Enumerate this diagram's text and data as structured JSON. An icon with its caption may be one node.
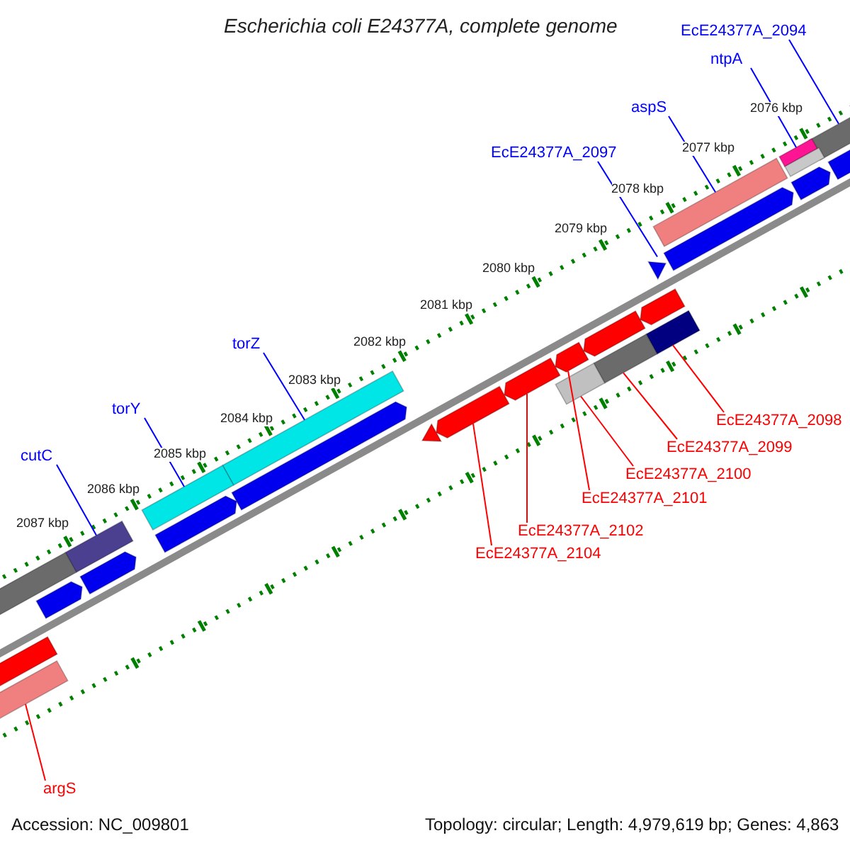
{
  "diagram": {
    "title": "Escherichia coli E24377A, complete genome",
    "nodes": [
      {
        "text": [
          "EcE24377A_2094"
        ]
      },
      {
        "text": [],
        "shape": "bar"
      },
      {
        "text": [
          "ntpA"
        ]
      },
      {
        "text": [],
        "shape": "bar"
      },
      {
        "text": [
          "aspS"
        ]
      },
      {
        "text": [],
        "shape": "bar"
      },
      {
        "text": [
          "EcE24377A_2097"
        ]
      },
      {
        "text": [],
        "shape": "triangle"
      },
      {
        "text": [
          "torZ"
        ]
      },
      {
        "text": [],
        "shape": "bar"
      },
      {
        "text": [
          "torY"
        ]
      },
      {
        "text": [],
        "shape": "bar"
      },
      {
        "text": [
          "cutC"
        ]
      },
      {
        "text": [],
        "shape": "bar"
      },
      {
        "text": [
          "EcE24377A_2098"
        ]
      },
      {
        "text": [],
        "shape": "bar"
      },
      {
        "text": [
          "EcE24377A_2099"
        ]
      },
      {
        "text": [],
        "shape": "bar"
      },
      {
        "text": [
          "EcE24377A_2100"
        ]
      },
      {
        "text": [],
        "shape": "bar"
      },
      {
        "text": [
          "EcE24377A_2101"
        ]
      },
      {
        "text": [],
        "shape": "bar"
      },
      {
        "text": [
          "EcE24377A_2102"
        ]
      },
      {
        "text": [],
        "shape": "bar"
      },
      {
        "text": [
          "EcE24377A_2104"
        ]
      },
      {
        "text": [],
        "shape": "bar"
      },
      {
        "text": [
          "argS"
        ]
      },
      {
        "text": [],
        "shape": "bar"
      },
      {
        "text": [],
        "shape": "bar"
      },
      {
        "text": [],
        "shape": "bar"
      },
      {
        "text": [],
        "shape": "bar"
      },
      {
        "text": [],
        "shape": "bar"
      },
      {
        "text": [],
        "shape": "bar"
      },
      {
        "text": [],
        "shape": "bar"
      },
      {
        "text": [],
        "shape": "bar"
      },
      {
        "text": [],
        "shape": "bar"
      },
      {
        "text": [],
        "shape": "bar"
      },
      {
        "text": [],
        "shape": "triangle"
      },
      {
        "text": [],
        "shape": "bar"
      },
      {
        "text": [],
        "shape": "bar"
      },
      {
        "text": [],
        "shape": "bar"
      }
    ],
    "edges": [
      {
        "from": 0,
        "to": 1,
        "arrow": "none"
      },
      {
        "from": 2,
        "to": 3,
        "arrow": "none"
      },
      {
        "from": 4,
        "to": 5,
        "arrow": "none"
      },
      {
        "from": 6,
        "to": 7,
        "arrow": "none"
      },
      {
        "from": 8,
        "to": 9,
        "arrow": "none"
      },
      {
        "from": 10,
        "to": 11,
        "arrow": "none"
      },
      {
        "from": 12,
        "to": 13,
        "arrow": "none"
      },
      {
        "from": 14,
        "to": 15,
        "arrow": "none",
        "color": "#ff0000"
      },
      {
        "from": 16,
        "to": 17,
        "arrow": "none",
        "color": "#ff0000"
      },
      {
        "from": 18,
        "to": 19,
        "arrow": "none",
        "color": "#ff0000"
      },
      {
        "from": 20,
        "to": 21,
        "arrow": "none",
        "color": "#ff0000"
      },
      {
        "from": 22,
        "to": 23,
        "arrow": "none",
        "color": "#ff0000"
      },
      {
        "from": 24,
        "to": 25,
        "arrow": "none",
        "color": "#ff0000"
      },
      {
        "from": 26,
        "to": 27,
        "arrow": "none",
        "color": "#ff0000"
      }
    ],
    "labels": [
      "2076 kbp",
      "2077 kbp",
      "2078 kbp",
      "2079 kbp",
      "2080 kbp",
      "2081 kbp",
      "2082 kbp",
      "2083 kbp",
      "2084 kbp",
      "2085 kbp",
      "2086 kbp",
      "2087 kbp",
      "Accession: NC_009801",
      "Topology: circular; Length: 4,979,619 bp; Genes: 4,863"
    ]
  }
}
